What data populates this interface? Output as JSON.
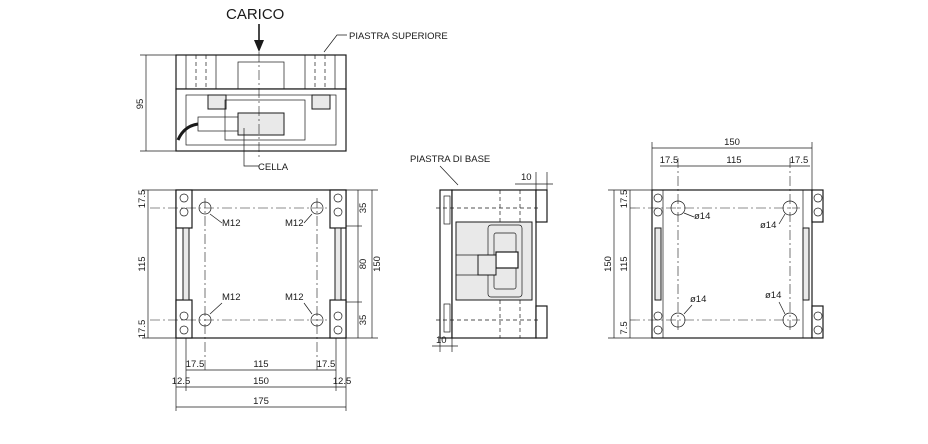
{
  "labels": {
    "carico": "CARICO",
    "piastra_superiore": "PIASTRA SUPERIORE",
    "cella": "CELLA",
    "piastra_di_base": "PIASTRA DI BASE"
  },
  "front_view": {
    "height": "95"
  },
  "top_view": {
    "threads": [
      "M12",
      "M12",
      "M12",
      "M12"
    ],
    "left_dims": [
      "17.5",
      "115",
      "17.5"
    ],
    "right_dims": [
      "35",
      "80",
      "35",
      "150"
    ],
    "bottom_dims_row1": [
      "17.5",
      "115",
      "17.5"
    ],
    "bottom_dims_row2": [
      "12.5",
      "150",
      "12.5"
    ],
    "bottom_dims_row3": [
      "175"
    ]
  },
  "side_view": {
    "top_dim": "10",
    "bottom_dim": "10"
  },
  "base_view": {
    "holes": [
      "ø14",
      "ø14",
      "ø14",
      "ø14"
    ],
    "top_dims_row1": [
      "150"
    ],
    "top_dims_row2": [
      "17.5",
      "115",
      "17.5"
    ],
    "left_dims_outer": [
      "150"
    ],
    "left_dims_inner": [
      "17.5",
      "115",
      "7.5"
    ]
  }
}
